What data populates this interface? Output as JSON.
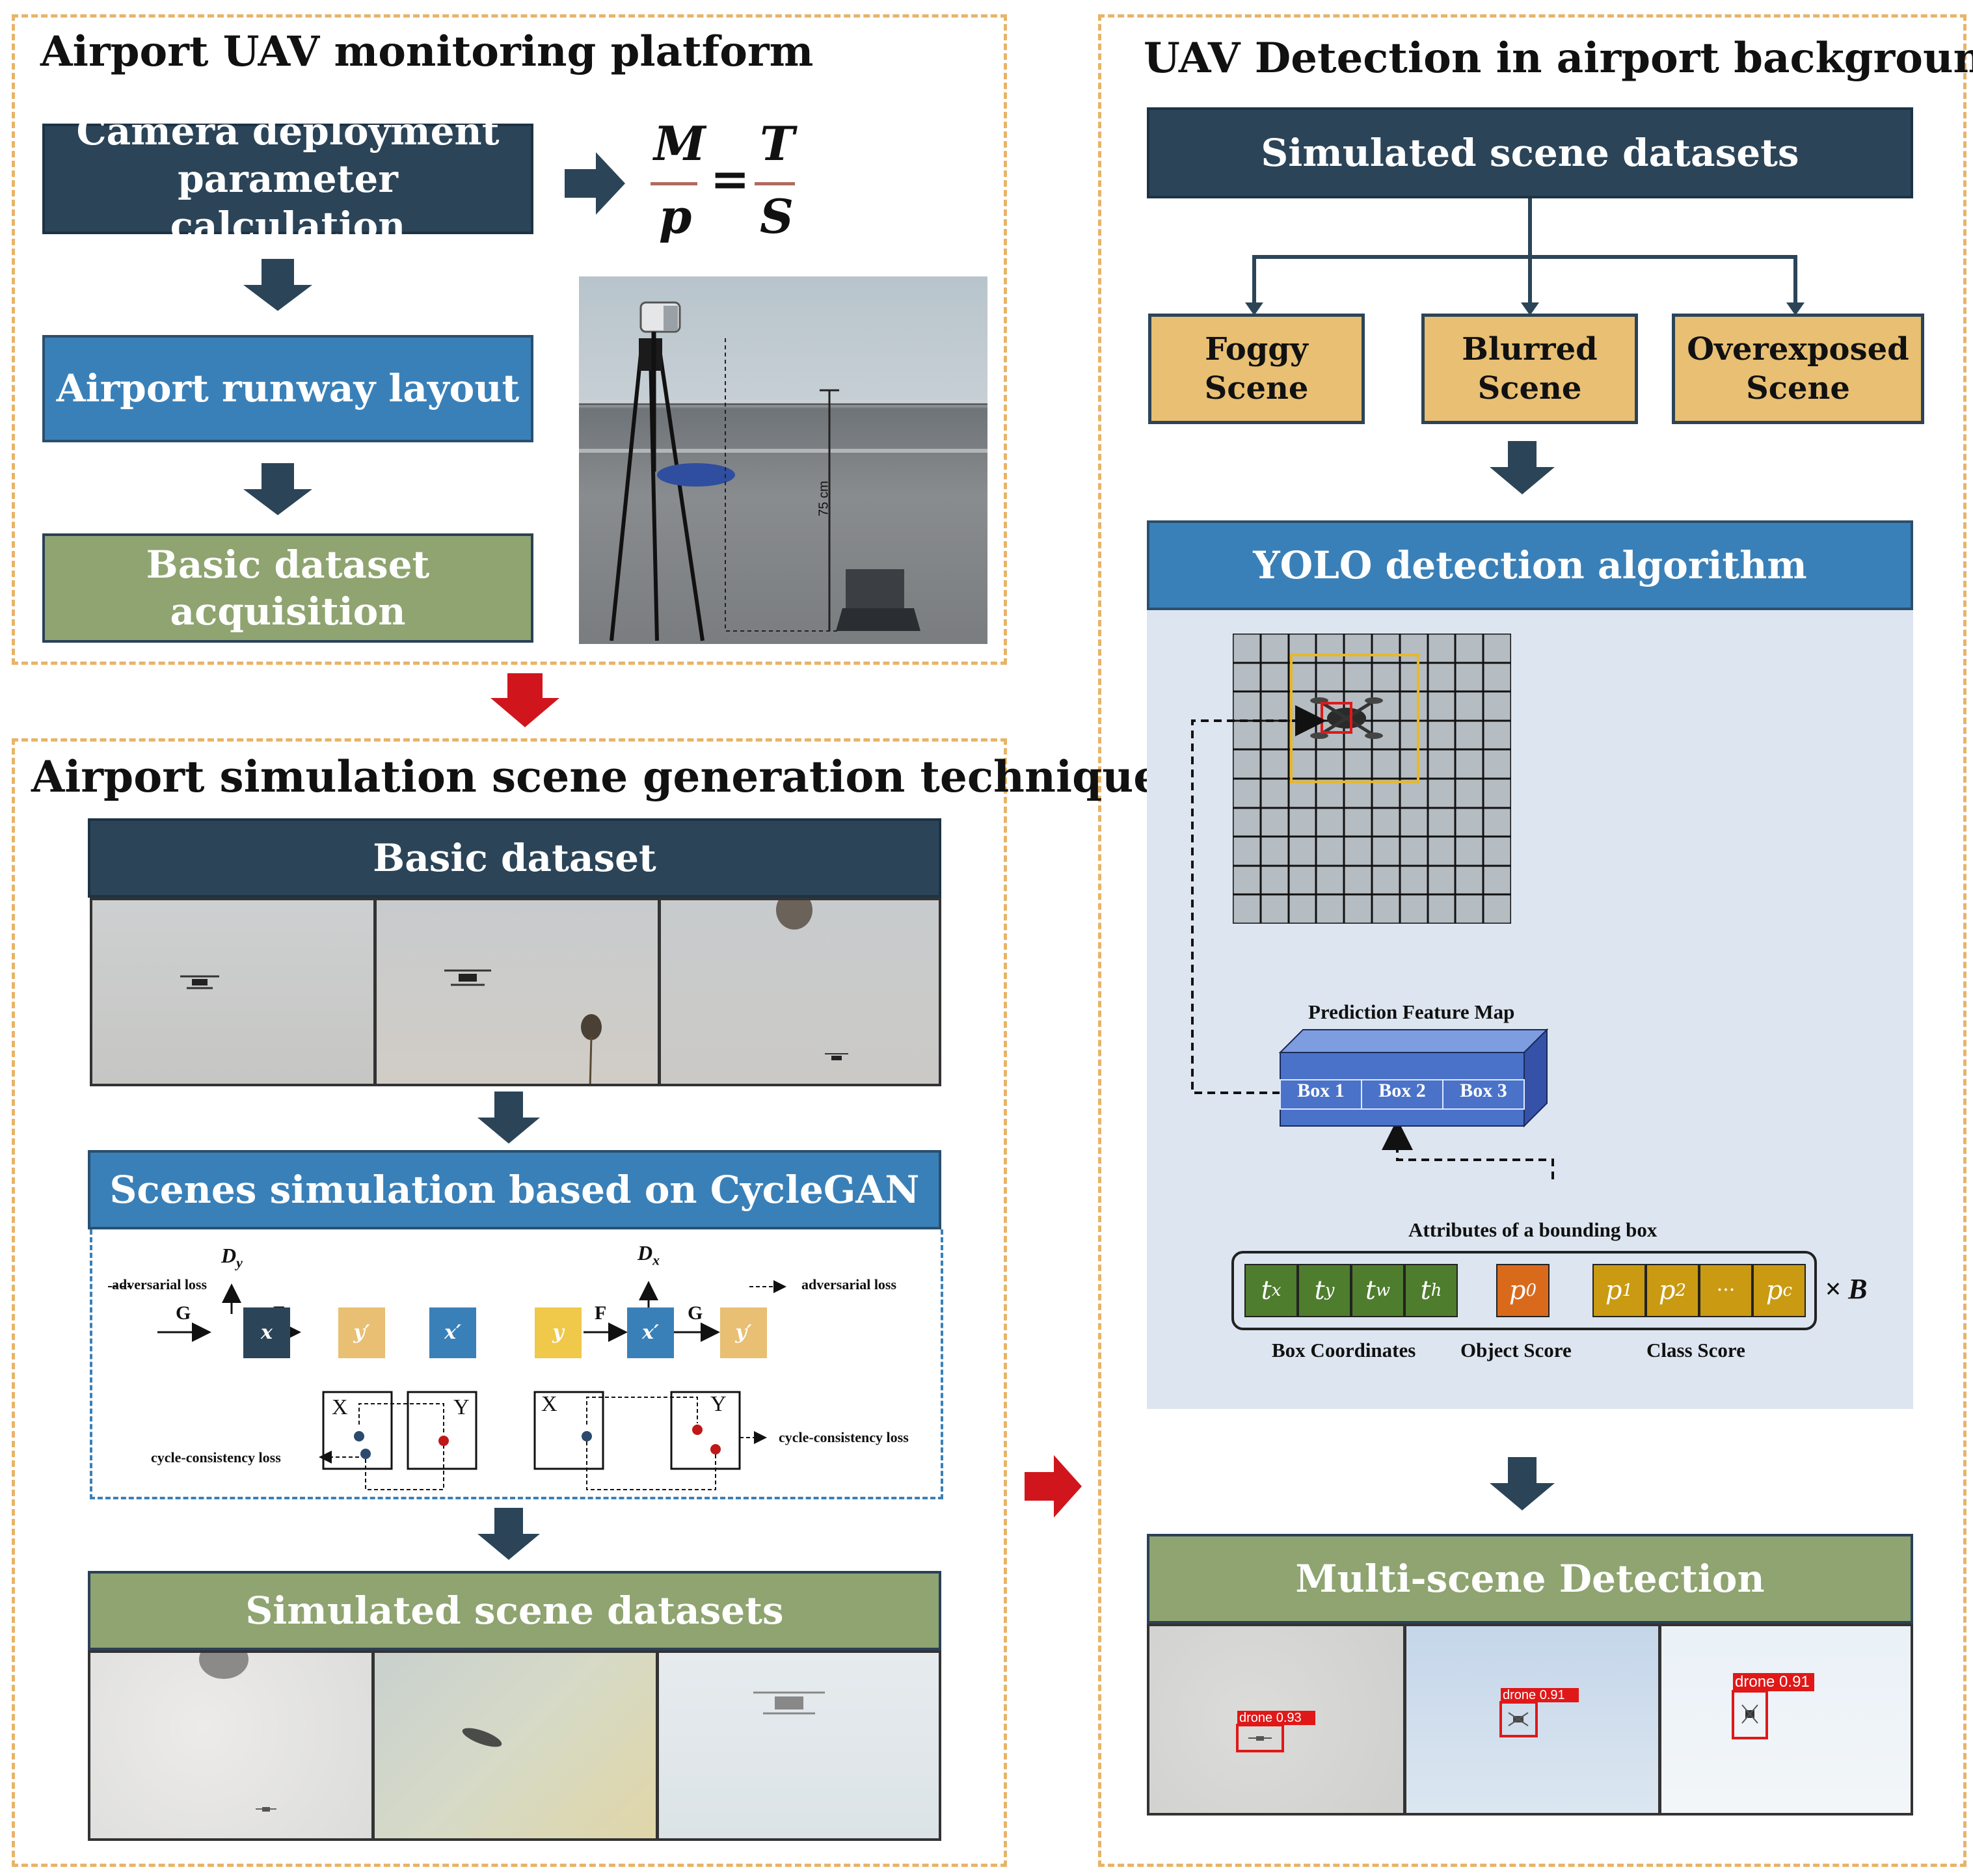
{
  "left_top": {
    "title": "Airport UAV monitoring platform",
    "step1": "Camera deployment parameter calculation",
    "step2": "Airport runway layout",
    "step3": "Basic dataset acquisition",
    "formula": {
      "M": "M",
      "p": "p",
      "eq": "=",
      "T": "T",
      "S": "S"
    },
    "photo_label": "75 cm"
  },
  "left_bottom": {
    "title": "Airport simulation scene generation technique",
    "basic_dataset": "Basic dataset",
    "cyclegan": "Scenes simulation based on CycleGAN",
    "simulated": "Simulated scene datasets",
    "diagram": {
      "adv_left": "adversarial loss",
      "adv_right": "adversarial loss",
      "cyc_left": "cycle-consistency loss",
      "cyc_right": "cycle-consistency loss",
      "Dy": "D",
      "Dy_sub": "y",
      "Dx": "D",
      "Dx_sub": "x",
      "G": "G",
      "F": "F",
      "x": "x",
      "y": "y",
      "yp": "y′",
      "xp": "x′",
      "X": "X",
      "Y": "Y"
    }
  },
  "right": {
    "title": "UAV Detection in airport background",
    "simulated": "Simulated scene datasets",
    "scenes": [
      {
        "line1": "Foggy",
        "line2": "Scene"
      },
      {
        "line1": "Blurred",
        "line2": "Scene"
      },
      {
        "line1": "Overexposed",
        "line2": "Scene"
      }
    ],
    "yolo": "YOLO detection algorithm",
    "pred_map": "Prediction Feature Map",
    "boxes": [
      "Box 1",
      "Box 2",
      "Box 3"
    ],
    "attributes": "Attributes of a bounding box",
    "coords": [
      {
        "base": "t",
        "sub": "x"
      },
      {
        "base": "t",
        "sub": "y"
      },
      {
        "base": "t",
        "sub": "w"
      },
      {
        "base": "t",
        "sub": "h"
      }
    ],
    "object": {
      "base": "p",
      "sub": "0"
    },
    "classes": [
      {
        "base": "p",
        "sub": "1"
      },
      {
        "base": "p",
        "sub": "2"
      },
      {
        "base": "···",
        "sub": ""
      },
      {
        "base": "p",
        "sub": "c"
      }
    ],
    "times_b": "× B",
    "label_coords": "Box Coordinates",
    "label_object": "Object Score",
    "label_class": "Class Score",
    "multi": "Multi-scene Detection",
    "detections": [
      "drone 0.93",
      "drone 0.91",
      "drone 0.91"
    ]
  },
  "colors": {
    "panel_border": "#e8b46a",
    "dark_navy": "#2b4458",
    "mid_blue": "#3a80b8",
    "olive_green": "#8fa470",
    "tan": "#e8bf73",
    "red_arrow": "#d0161c",
    "coord_green": "#4e7d2e",
    "object_orange": "#d96a1c",
    "class_gold": "#c99a12",
    "feature_blue": "#4a72c8"
  }
}
